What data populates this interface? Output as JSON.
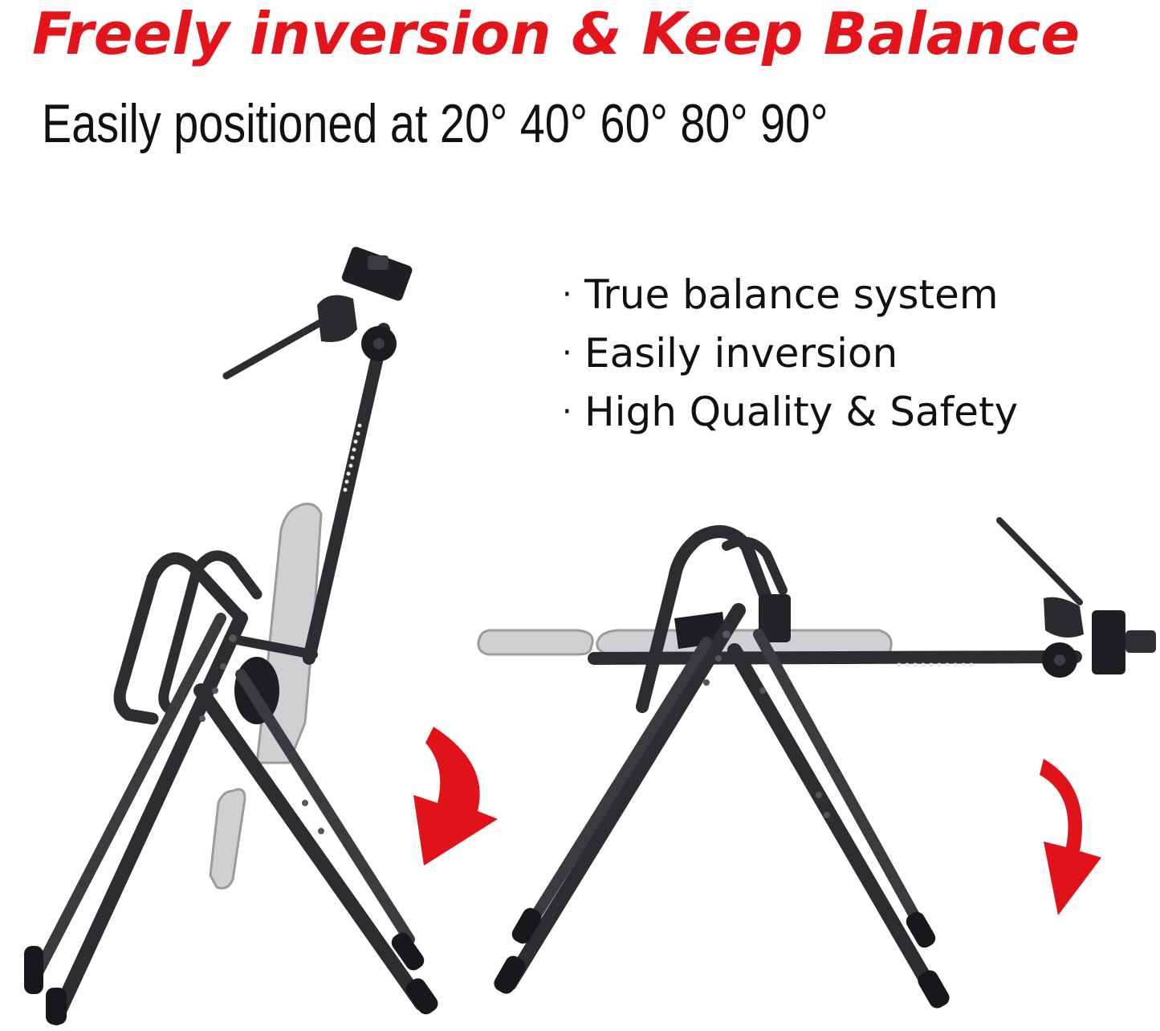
{
  "headline": "Freely inversion & Keep Balance",
  "subheadline": "Easily positioned at 20° 40°  60° 80° 90°",
  "features": [
    {
      "bullet": "·",
      "text": "True balance system"
    },
    {
      "bullet": "·",
      "text": "Easily inversion"
    },
    {
      "bullet": "·",
      "text": "High Quality & Safety"
    }
  ],
  "colors": {
    "headline": "#e3151b",
    "text": "#111111",
    "frame": "#2c2d31",
    "pad": "#c9cacc",
    "arrow": "#e0121a"
  }
}
